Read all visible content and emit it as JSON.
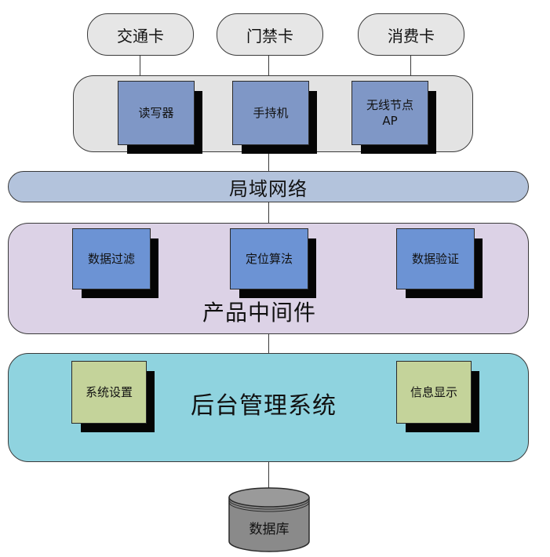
{
  "cards": [
    {
      "label": "交通卡"
    },
    {
      "label": "门禁卡"
    },
    {
      "label": "消费卡"
    }
  ],
  "readers": [
    {
      "label": "读写器"
    },
    {
      "label": "手持机"
    },
    {
      "label": "无线节点",
      "label2": "AP"
    }
  ],
  "lan": {
    "label": "局域网络"
  },
  "middleware": {
    "title": "产品中间件",
    "modules": [
      {
        "label": "数据过滤"
      },
      {
        "label": "定位算法"
      },
      {
        "label": "数据验证"
      }
    ]
  },
  "backend": {
    "title": "后台管理系统",
    "modules": [
      {
        "label": "系统设置"
      },
      {
        "label": "信息显示"
      }
    ]
  },
  "database": {
    "label": "数据库"
  },
  "colors": {
    "reader_bg": "#e3e3e3",
    "lan_bg": "#b3c3dc",
    "middleware_bg": "#dcd2e6",
    "backend_bg": "#8fd3df",
    "box_blue": "#7f97c6",
    "box_blue_dark": "#6c93d4",
    "box_green": "#c4d39a",
    "db_gray": "#8a8a8a"
  }
}
